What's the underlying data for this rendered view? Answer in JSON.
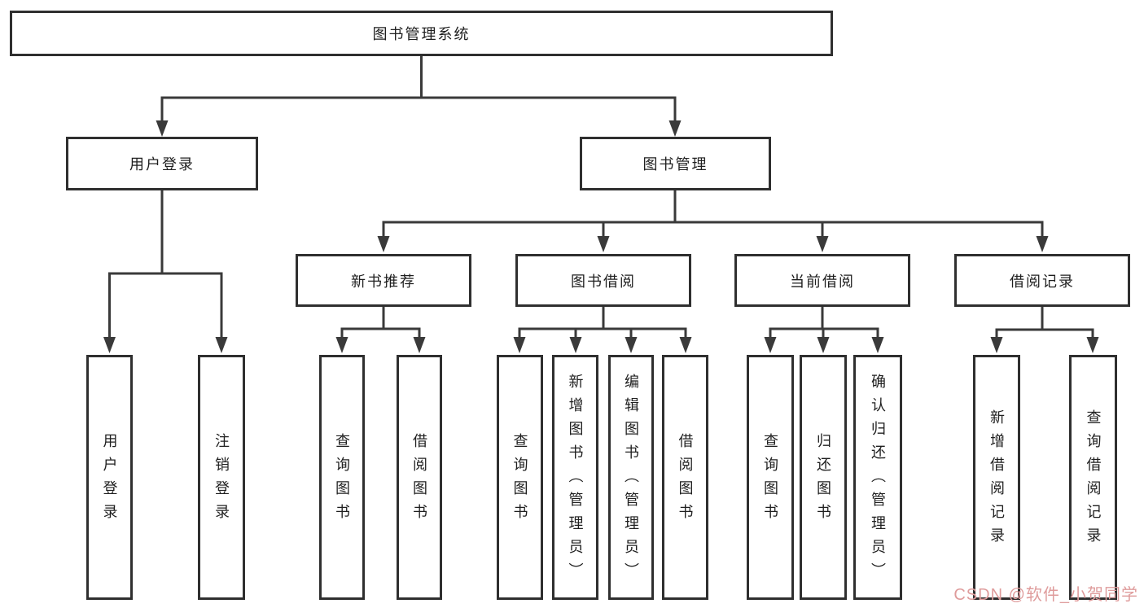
{
  "colors": {
    "background": "#ffffff",
    "box_border": "#2f2f2f",
    "connector_line": "#3a3a3a",
    "text": "#1f1f1f",
    "watermark": "#df9c9c"
  },
  "watermark": {
    "text": "CSDN @软件_小贺同学"
  },
  "diagram": {
    "root": "图书管理系统",
    "branches": [
      {
        "label": "用户登录",
        "leaves": [
          "用户登录",
          "注销登录"
        ]
      },
      {
        "label": "图书管理",
        "sections": [
          {
            "label": "新书推荐",
            "leaves": [
              "查询图书",
              "借阅图书"
            ]
          },
          {
            "label": "图书借阅",
            "leaves": [
              "查询图书",
              "新增图书（管理员）",
              "编辑图书（管理员）",
              "借阅图书"
            ]
          },
          {
            "label": "当前借阅",
            "leaves": [
              "查询图书",
              "归还图书",
              "确认归还（管理员）"
            ]
          },
          {
            "label": "借阅记录",
            "leaves": [
              "新增借阅记录",
              "查询借阅记录"
            ]
          }
        ]
      }
    ]
  }
}
